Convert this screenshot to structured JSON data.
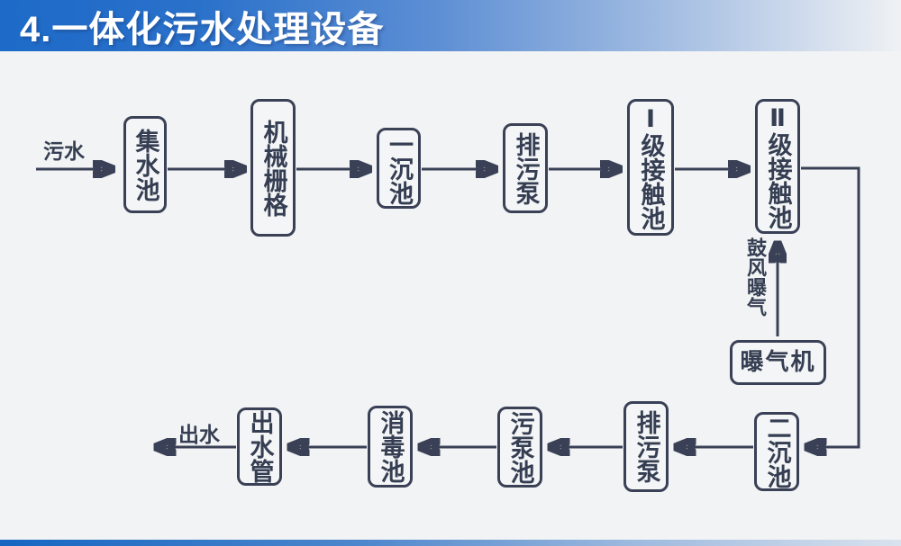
{
  "slide": {
    "title": "4.一体化污水处理设备"
  },
  "colors": {
    "title_gradient_start": "#1d6ac8",
    "title_gradient_end": "#eff1f4",
    "diagram_ink": "#3a4156",
    "background": "#f2f3f4",
    "bottom_bar_start": "#1566c2",
    "bottom_bar_end": "#d9e2ee"
  },
  "diagram": {
    "inflow_label": "污水",
    "outflow_label": "出水",
    "top_row": [
      {
        "id": "collecting-tank",
        "label": "集水池"
      },
      {
        "id": "mechanical-grid",
        "label": "机械栅格"
      },
      {
        "id": "primary-sedimentation-tank",
        "label": "一沉池"
      },
      {
        "id": "sewage-discharge-pump",
        "label": "排污泵"
      },
      {
        "id": "stage-1-contact-tank",
        "label": "Ⅰ级接触池"
      },
      {
        "id": "stage-2-contact-tank",
        "label": "Ⅱ级接触池"
      }
    ],
    "bottom_row": [
      {
        "id": "secondary-sedimentation-tank",
        "label": "二沉池"
      },
      {
        "id": "sewage-discharge-pump-2",
        "label": "排污泵"
      },
      {
        "id": "sludge-pump-tank",
        "label": "污泵池"
      },
      {
        "id": "disinfection-tank",
        "label": "消毒池"
      },
      {
        "id": "outlet-pipe",
        "label": "出水管"
      }
    ],
    "aeration": {
      "machine_label": "曝气机",
      "flow_label": "鼓风曝气"
    }
  }
}
